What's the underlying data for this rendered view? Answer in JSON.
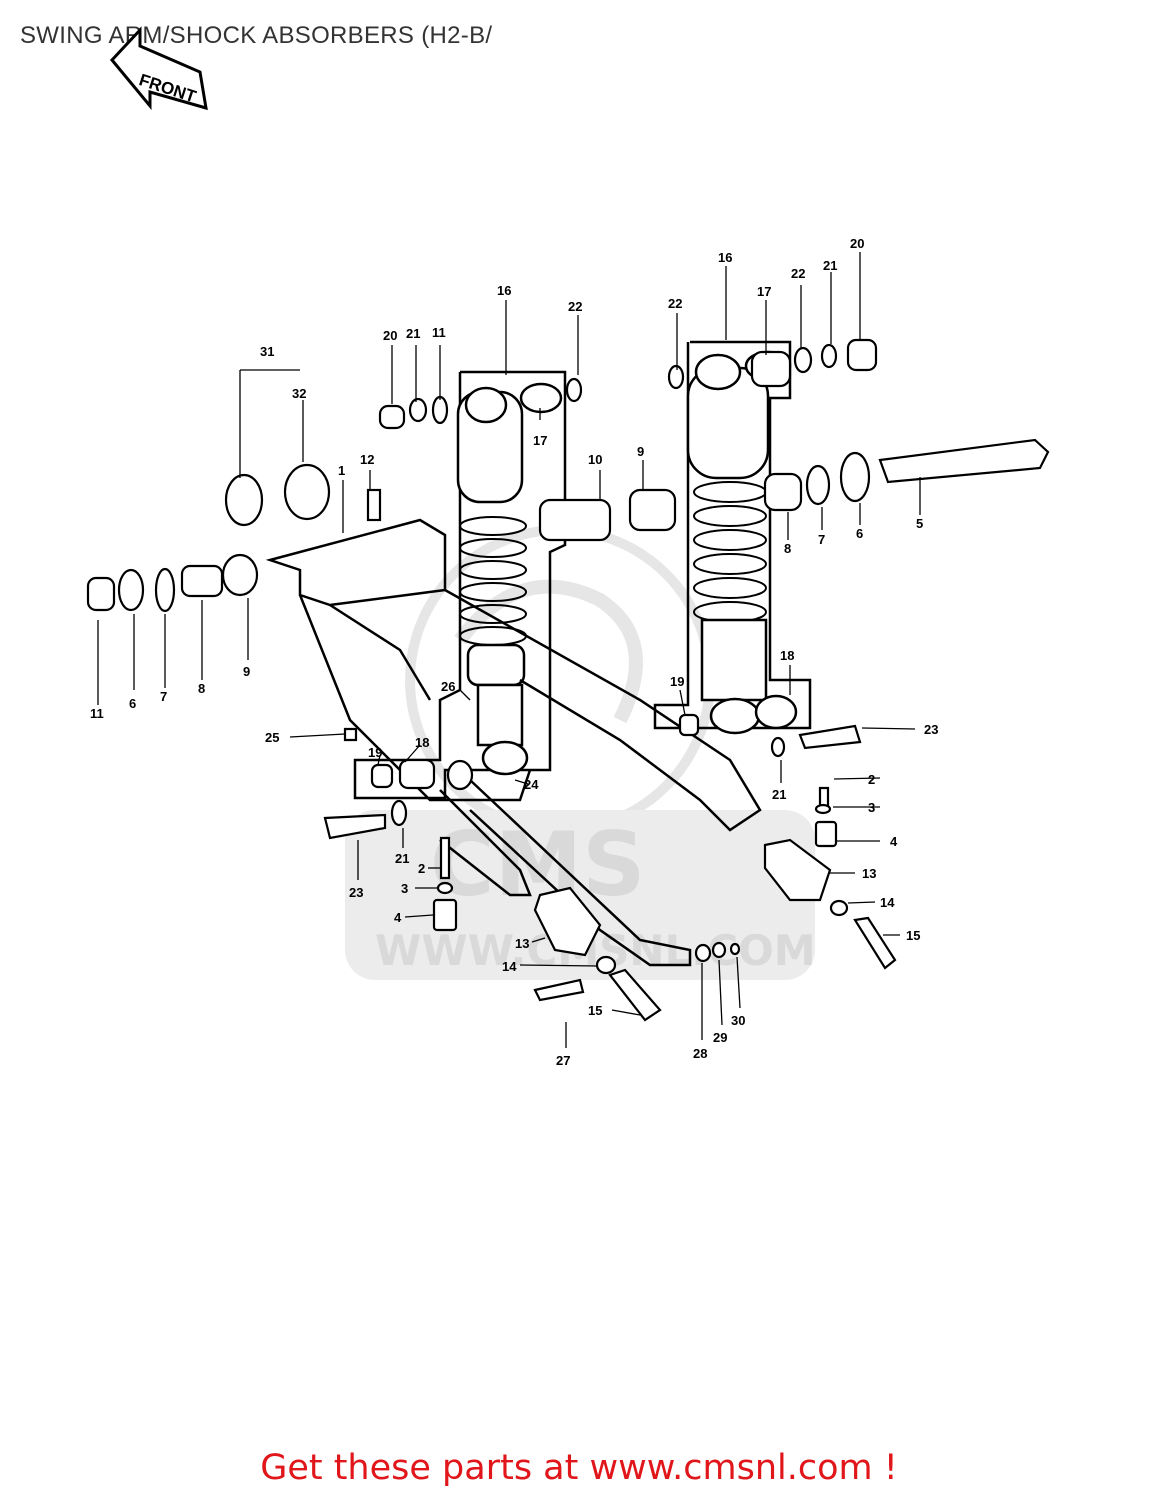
{
  "page": {
    "title": "SWING ARM/SHOCK ABSORBERS (H2-B/",
    "cta": "Get these parts at www.cmsnl.com !"
  },
  "diagram": {
    "front_arrow": "FRONT",
    "watermark_logo": "CMS",
    "watermark_url": "WWW.CMSNL.COM",
    "callouts": [
      "1",
      "2",
      "3",
      "4",
      "5",
      "6",
      "7",
      "8",
      "9",
      "10",
      "11",
      "12",
      "13",
      "14",
      "15",
      "16",
      "17",
      "18",
      "19",
      "20",
      "21",
      "22",
      "23",
      "24",
      "25",
      "26",
      "27",
      "28",
      "29",
      "30",
      "31",
      "32"
    ]
  },
  "colors": {
    "cta": "#e0161a",
    "ink": "#000000",
    "watermark": "#d9d9d9"
  }
}
